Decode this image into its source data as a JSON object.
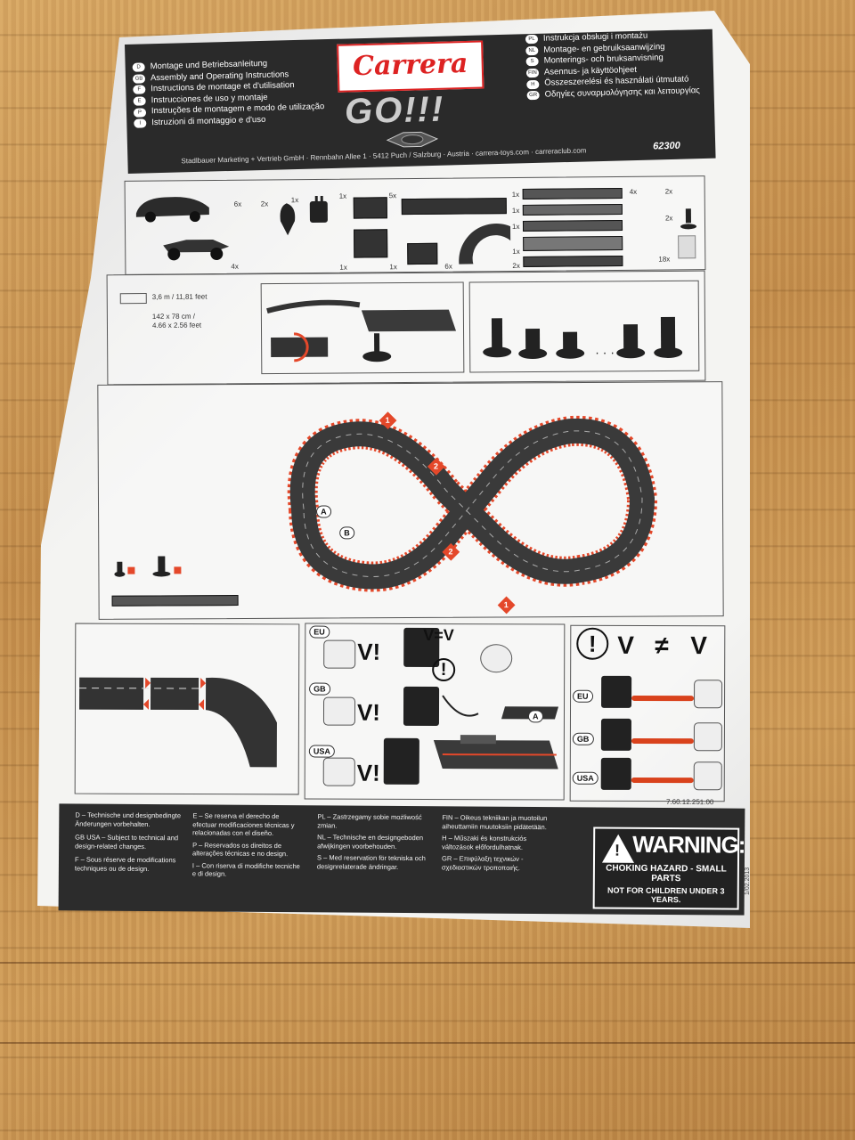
{
  "header": {
    "languages_left": [
      {
        "code": "D",
        "label": "Montage und Betriebsanleitung"
      },
      {
        "code": "GB USA",
        "label": "Assembly and Operating Instructions"
      },
      {
        "code": "F",
        "label": "Instructions de montage et d'utilisation"
      },
      {
        "code": "E",
        "label": "Instrucciones de uso y montaje"
      },
      {
        "code": "P",
        "label": "Instruções de montagem e modo de utilização"
      },
      {
        "code": "I",
        "label": "Istruzioni di montaggio e d'uso"
      }
    ],
    "languages_right": [
      {
        "code": "PL",
        "label": "Instrukcja obsługi i montażu"
      },
      {
        "code": "NL",
        "label": "Montage- en gebruiksaanwijzing"
      },
      {
        "code": "S",
        "label": "Monterings- och bruksanvisning"
      },
      {
        "code": "FIN",
        "label": "Asennus- ja käyttöohjeet"
      },
      {
        "code": "H",
        "label": "Összeszerelési és használati útmutató"
      },
      {
        "code": "GR",
        "label": "Οδηγίες συναρμολόγησης και λειτουργίας"
      }
    ],
    "brand": "Carrera",
    "product_line": "GO!!!",
    "address": "Stadlbauer Marketing + Vertrieb GmbH · Rennbahn Allee 1 · 5412 Puch / Salzburg · Austria · carrera-toys.com · carreraclub.com",
    "part_number": "62300"
  },
  "contents": {
    "counts": [
      "6x",
      "2x",
      "1x",
      "4x",
      "1x",
      "1x",
      "5x",
      "1x",
      "6x",
      "1x",
      "1x",
      "1x",
      "1x",
      "2x",
      "4x",
      "2x",
      "2x",
      "18x"
    ]
  },
  "dimensions": {
    "length": "3,6 m / 11,81 feet",
    "area": "142 x 78 cm /",
    "area_ft": "4.66 x 2.56 feet"
  },
  "layout_marks": [
    "1",
    "2",
    "2",
    "1",
    "A",
    "B"
  ],
  "power": {
    "eu": "EU",
    "gb": "GB",
    "usa": "USA",
    "v_check": "V!",
    "v_equal": "V=V",
    "warn_sym": "!",
    "v_notequal_left": "V",
    "v_notequal_op": "≠",
    "v_notequal_right": "V"
  },
  "footer": {
    "doc_number": "7.60.12.251.00",
    "date_code": "1/02.2013",
    "notes": [
      {
        "code": "D",
        "text": "Technische und designbedingte Änderungen vorbehalten."
      },
      {
        "code": "GB USA",
        "text": "Subject to technical and design-related changes."
      },
      {
        "code": "F",
        "text": "Sous réserve de modifications techniques ou de design."
      },
      {
        "code": "E",
        "text": "Se reserva el derecho de efectuar modificaciones técnicas y relacionadas con el diseño."
      },
      {
        "code": "P",
        "text": "Reservados os direitos de alterações técnicas e no design."
      },
      {
        "code": "I",
        "text": "Con riserva di modifiche tecniche e di design."
      },
      {
        "code": "PL",
        "text": "Zastrzegamy sobie możliwość zmian."
      },
      {
        "code": "NL",
        "text": "Technische en designgeboden afwijkingen voorbehouden."
      },
      {
        "code": "S",
        "text": "Med reservation för tekniska och designrelaterade ändringar."
      },
      {
        "code": "FIN",
        "text": "Oikeus tekniikan ja muotoilun aiheuttamiin muutoksiin pidätetään."
      },
      {
        "code": "H",
        "text": "Műszaki és konstrukciós változások előfordulhatnak."
      },
      {
        "code": "GR",
        "text": "Επιφύλαξη τεχνικών - σχεδιαστικών τροποποιής."
      }
    ],
    "warning_title": "WARNING:",
    "warning_line2": "CHOKING HAZARD - SMALL PARTS",
    "warning_line3": "NOT FOR CHILDREN UNDER 3 YEARS."
  }
}
